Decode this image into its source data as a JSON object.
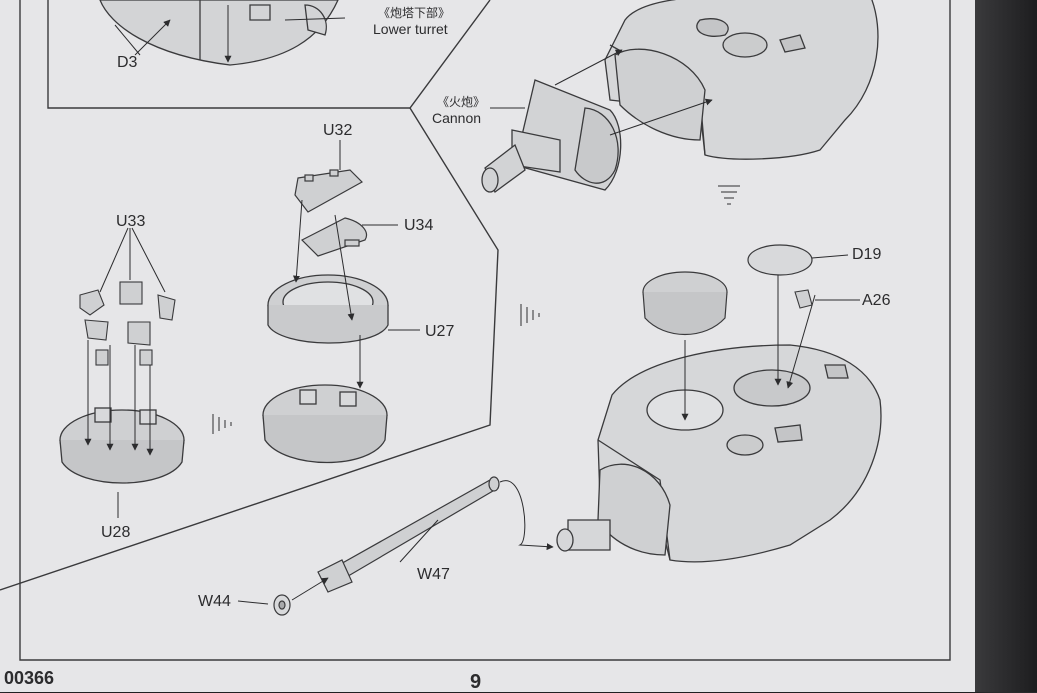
{
  "labels": {
    "d3": "D3",
    "lower_turret_cn": "《炮塔下部》",
    "lower_turret_en": "Lower turret",
    "cannon_cn": "《火炮》",
    "cannon_en": "Cannon",
    "u32": "U32",
    "u33": "U33",
    "u34": "U34",
    "u27": "U27",
    "u28": "U28",
    "d19": "D19",
    "a26": "A26",
    "w47": "W47",
    "w44": "W44"
  },
  "footer": {
    "code": "00366",
    "page_number": "9"
  },
  "colors": {
    "paper": "#e6e6e8",
    "line": "#3a3a3c",
    "part_fill": "#cfd0d2",
    "background": "#2a2a2c"
  }
}
